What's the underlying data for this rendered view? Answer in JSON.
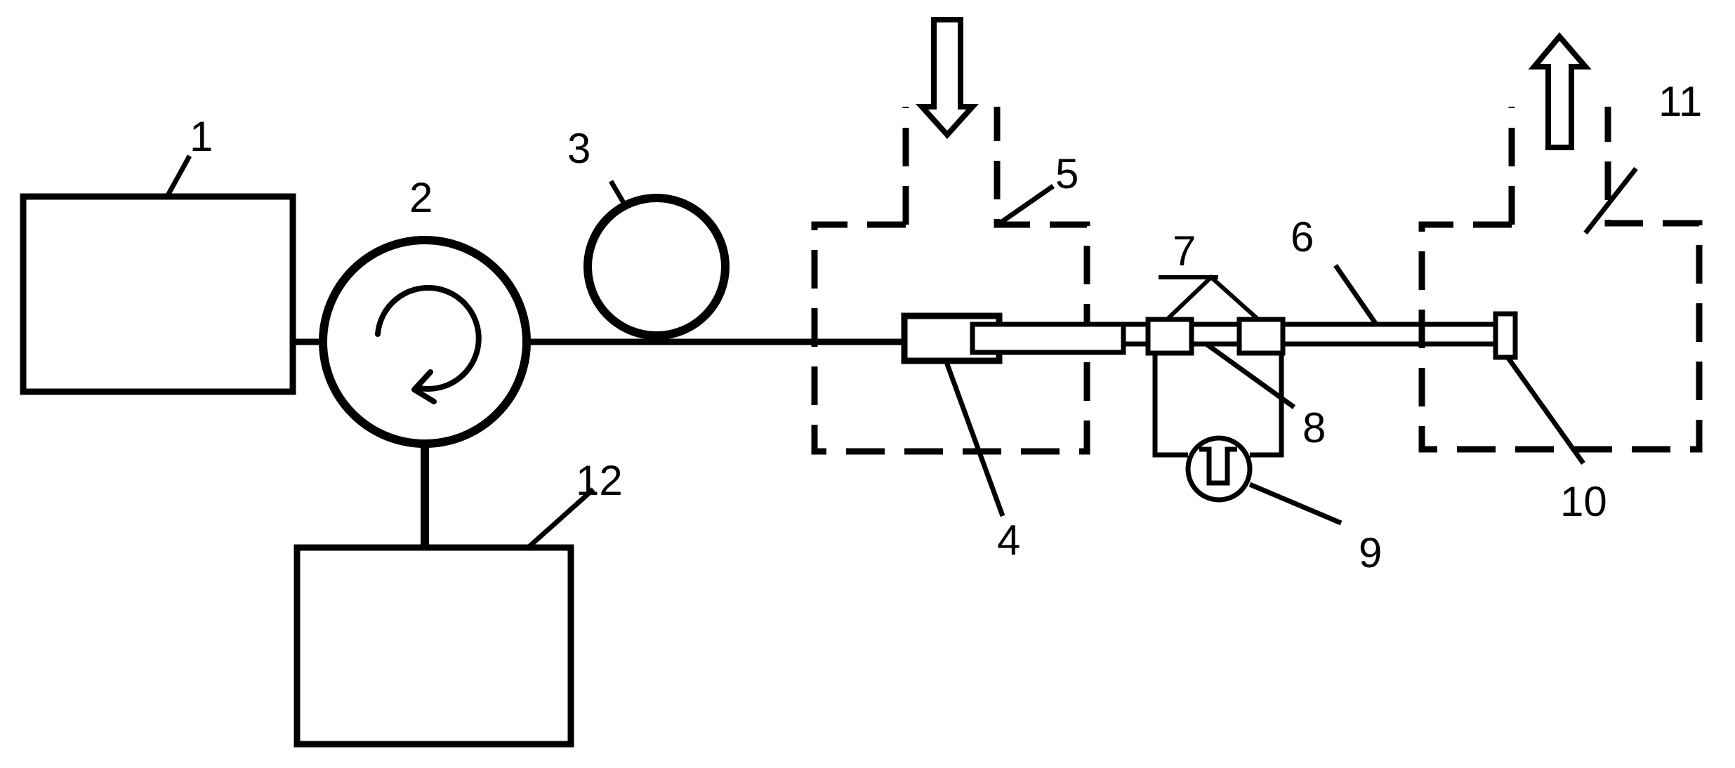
{
  "colors": {
    "ink": "#000000",
    "paper": "#ffffff"
  },
  "labels": {
    "l1": "1",
    "l2": "2",
    "l3": "3",
    "l4": "4",
    "l5": "5",
    "l6": "6",
    "l7": "7",
    "l8": "8",
    "l9": "9",
    "l10": "10",
    "l11": "11",
    "l12": "12"
  },
  "icons": {
    "circulator": "circular-arrow-icon",
    "inlet": "down-arrow-icon",
    "outlet": "up-arrow-icon",
    "generator": "square-wave-icon"
  }
}
